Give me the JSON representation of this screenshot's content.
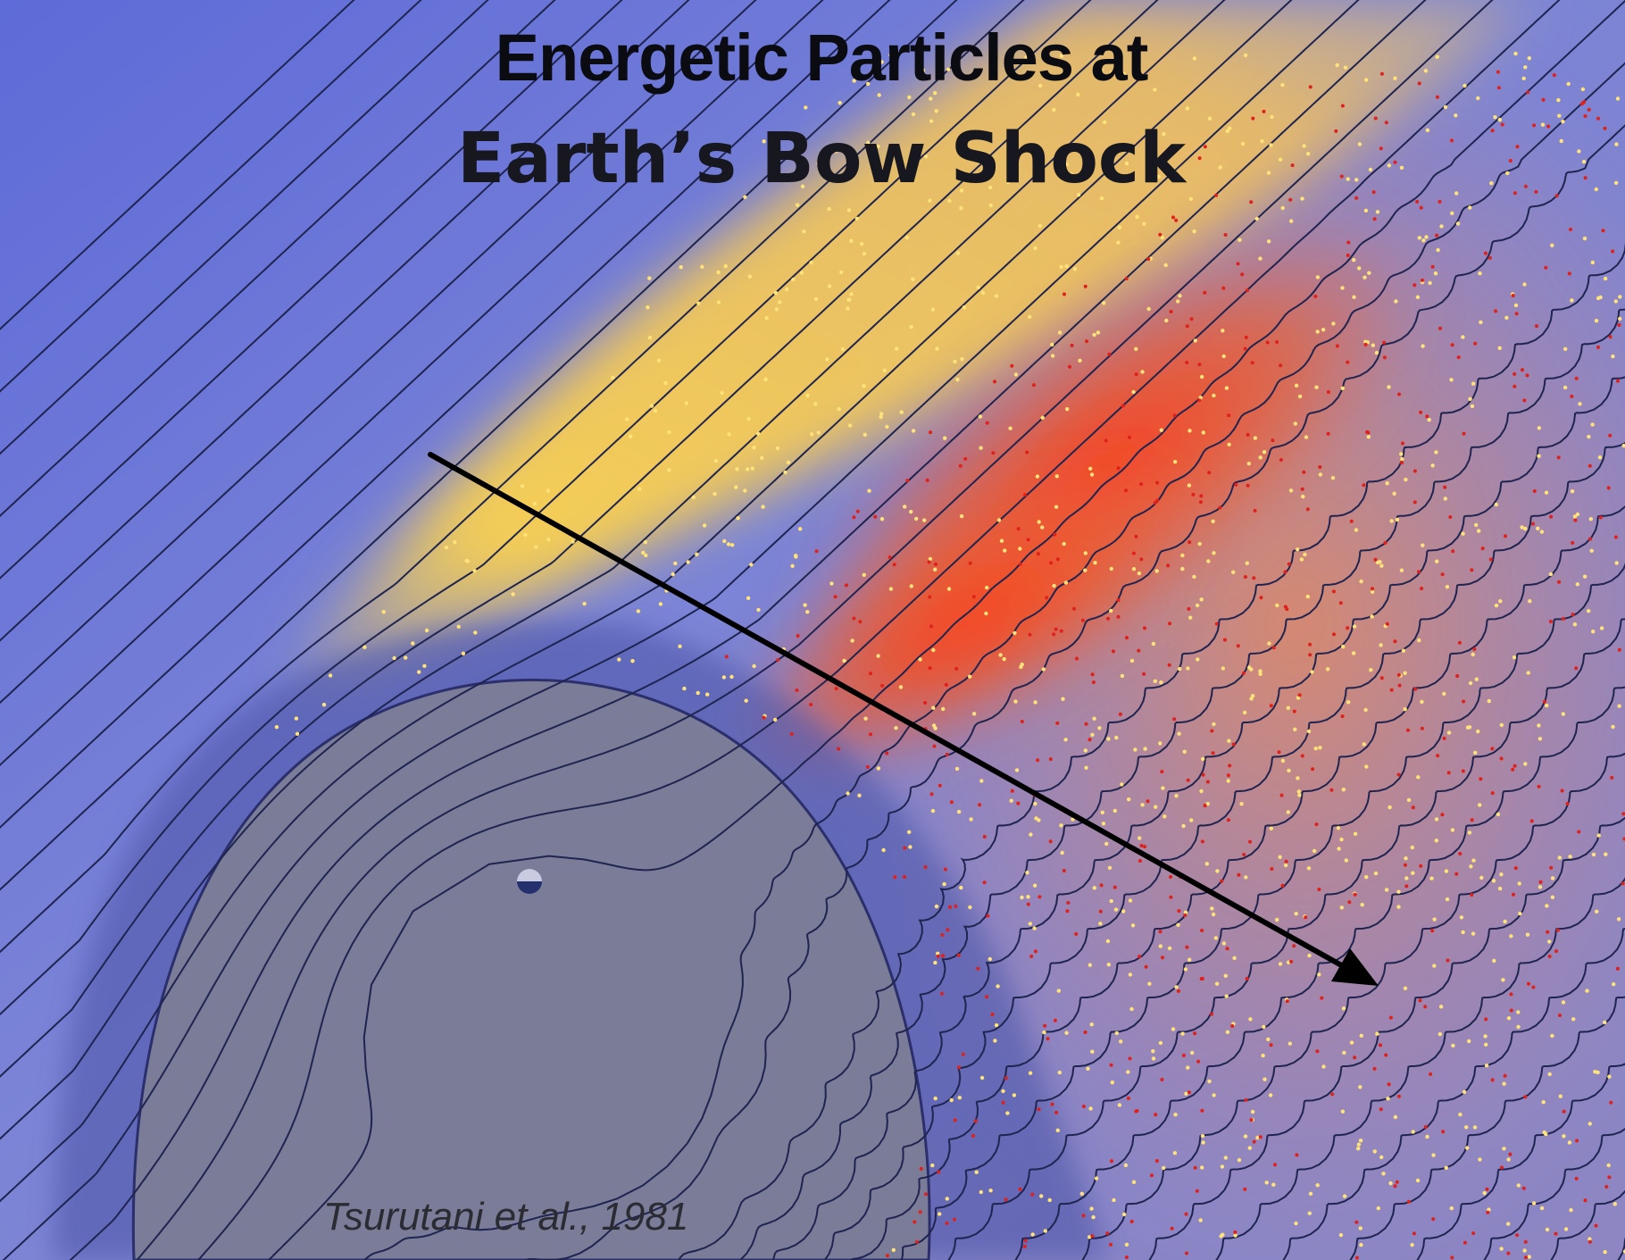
{
  "title": {
    "line1": "Energetic Particles at",
    "line2": "Earth’s Bow Shock"
  },
  "credit": "Tsurutani et al., 1981",
  "colors": {
    "solar_wind_background": "#7580d6",
    "magnetosheath": "#6a6fb4",
    "energetic_ions_glow": "#f7c64a",
    "energetic_electrons_glow": "#e8452a",
    "field_lines": "#1f2550",
    "arrow": "#000000"
  }
}
